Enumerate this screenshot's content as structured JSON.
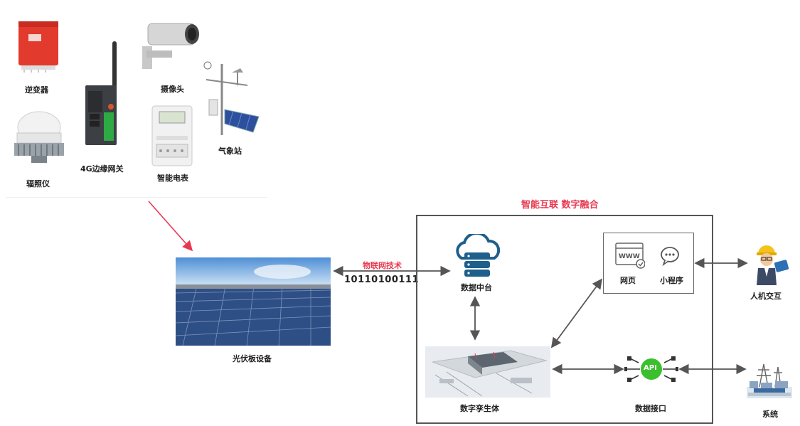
{
  "devices": {
    "inverter": "逆变器",
    "gateway": "4G边缘网关",
    "camera": "摄像头",
    "meter": "智能电表",
    "weather": "气象站",
    "pyranometer": "辐照仪"
  },
  "pv": {
    "label": "光伏板设备"
  },
  "link": {
    "tech": "物联网技术",
    "bits": "10110100111"
  },
  "platform": {
    "title": "智能互联  数字融合"
  },
  "nodes": {
    "data_platform": "数据中台",
    "web": "网页",
    "miniapp": "小程序",
    "web_icon_text": "WWW",
    "twin": "数字孪生体",
    "api": "数据接口",
    "api_icon_text": "API",
    "hmi": "人机交互",
    "system": "系统"
  },
  "colors": {
    "accent": "#e8384f",
    "api_green": "#3bbf2e",
    "cloud_blue": "#1f5f8b",
    "arrow": "#555555"
  }
}
